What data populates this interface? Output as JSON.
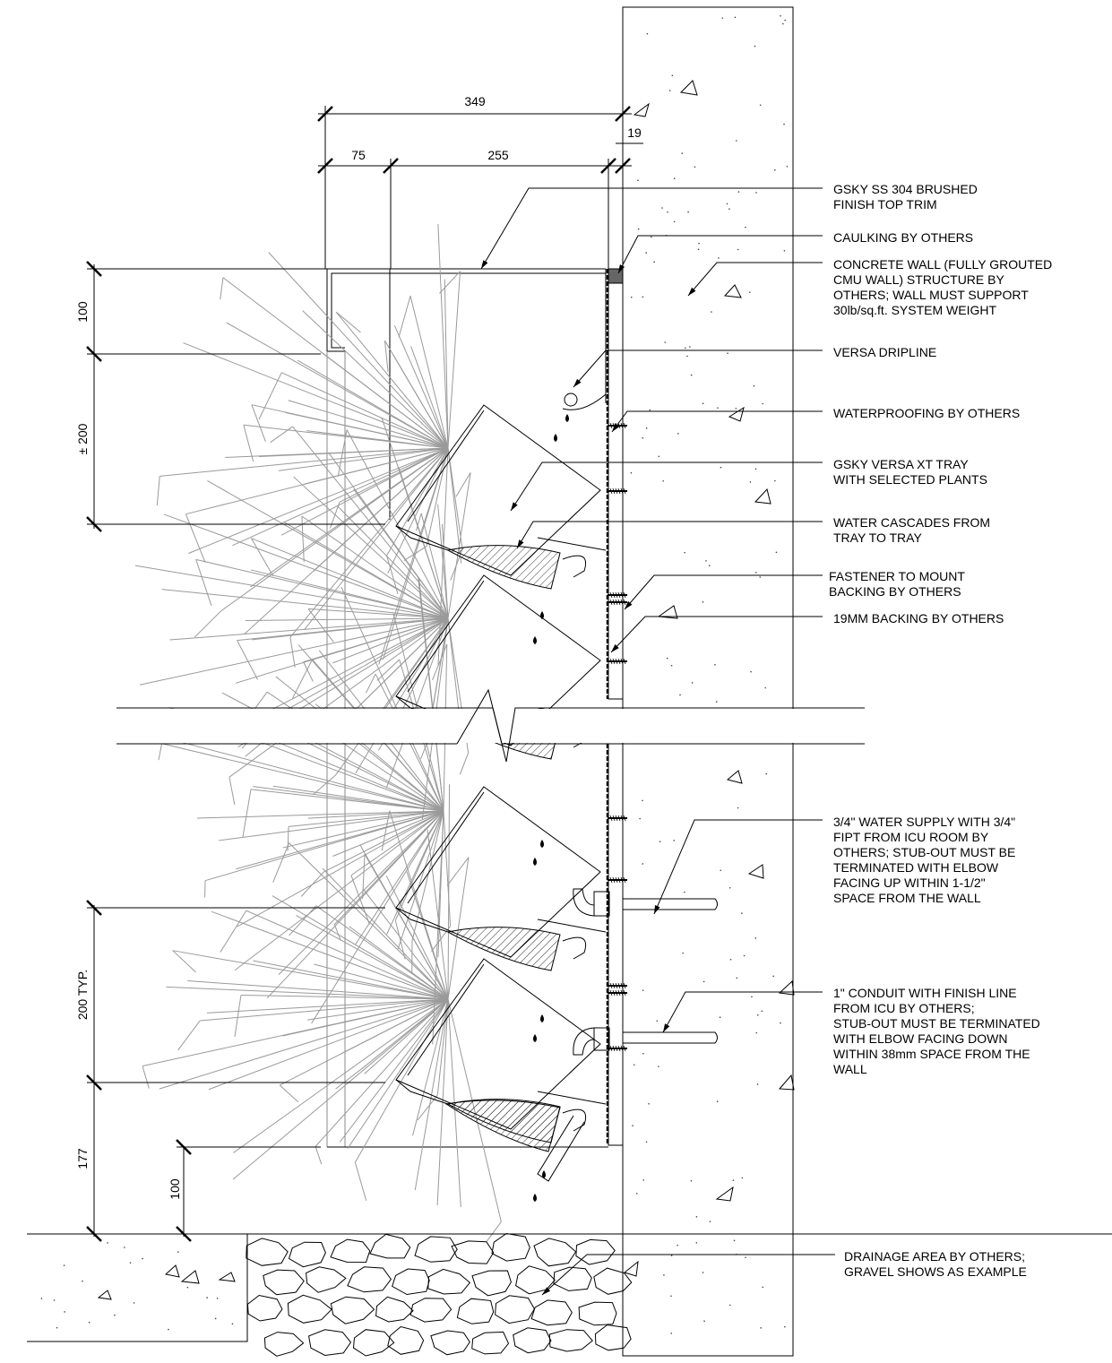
{
  "dimensions": {
    "overall_depth": "349",
    "trim_offset": "75",
    "tray_depth": "255",
    "backing_thickness": "19",
    "top_trim_height": "100",
    "first_tray_spacing": "± 200",
    "typical_spacing": "200 TYP.",
    "bottom_clearance": "177",
    "lower_clearance": "100"
  },
  "callouts": [
    {
      "lines": [
        "GSKY SS 304 BRUSHED",
        "FINISH TOP TRIM"
      ]
    },
    {
      "lines": [
        "CAULKING BY OTHERS"
      ]
    },
    {
      "lines": [
        "CONCRETE WALL (FULLY GROUTED",
        "CMU WALL) STRUCTURE BY",
        "OTHERS; WALL MUST SUPPORT",
        "30lb/sq.ft. SYSTEM WEIGHT"
      ]
    },
    {
      "lines": [
        "VERSA DRIPLINE"
      ]
    },
    {
      "lines": [
        "WATERPROOFING BY OTHERS"
      ]
    },
    {
      "lines": [
        "GSKY VERSA XT TRAY",
        "WITH SELECTED PLANTS"
      ]
    },
    {
      "lines": [
        "WATER CASCADES FROM",
        "TRAY TO TRAY"
      ]
    },
    {
      "lines": [
        "FASTENER TO MOUNT",
        "BACKING BY OTHERS"
      ]
    },
    {
      "lines": [
        "19MM BACKING BY OTHERS"
      ]
    },
    {
      "lines": [
        "3/4\" WATER SUPPLY WITH 3/4\"",
        "FIPT FROM ICU ROOM BY",
        "OTHERS; STUB-OUT MUST BE",
        "TERMINATED WITH ELBOW",
        "FACING UP WITHIN 1-1/2\"",
        "SPACE FROM THE WALL"
      ]
    },
    {
      "lines": [
        "1\" CONDUIT WITH FINISH LINE",
        "FROM ICU BY OTHERS;",
        "STUB-OUT MUST BE TERMINATED",
        "WITH ELBOW FACING DOWN",
        "WITHIN 38mm SPACE FROM THE",
        "WALL"
      ]
    },
    {
      "lines": [
        "DRAINAGE AREA BY OTHERS;",
        "GRAVEL SHOWS AS EXAMPLE"
      ]
    }
  ]
}
